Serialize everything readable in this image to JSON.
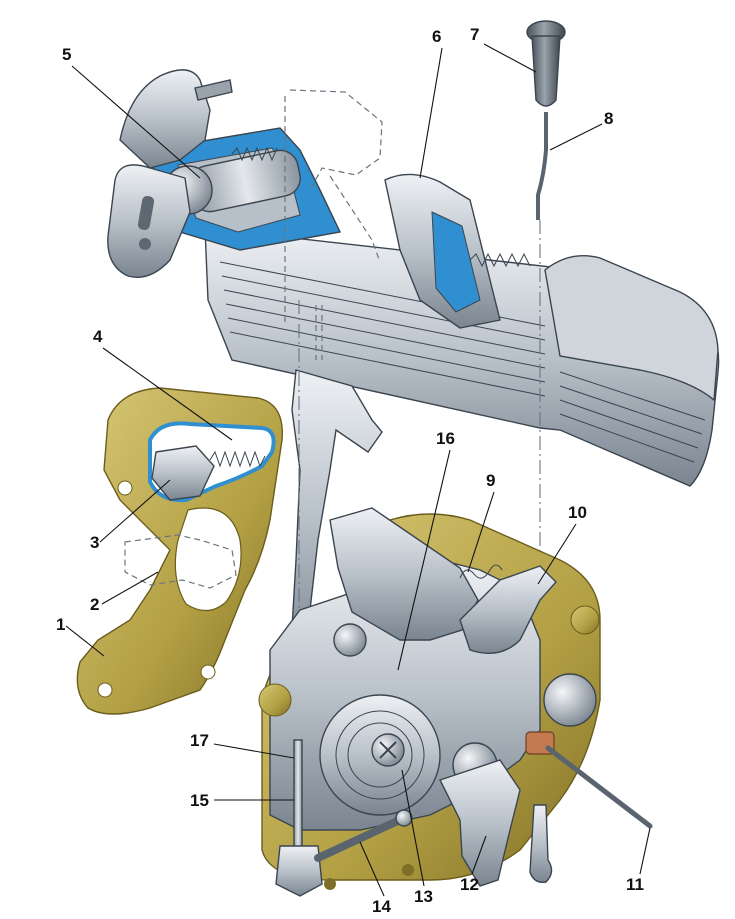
{
  "callouts": [
    "1",
    "2",
    "3",
    "4",
    "5",
    "6",
    "7",
    "8",
    "9",
    "10",
    "11",
    "12",
    "13",
    "14",
    "15",
    "16",
    "17"
  ],
  "colors": {
    "steel_light": "#d9dee3",
    "steel_mid": "#a9b2bb",
    "steel_dark": "#6f7a85",
    "section_blue": "#2f8fd0",
    "brass": "#b9a64a",
    "brass_dark": "#7d6d25",
    "copper": "#c27a4e",
    "outline": "#3b4550"
  }
}
